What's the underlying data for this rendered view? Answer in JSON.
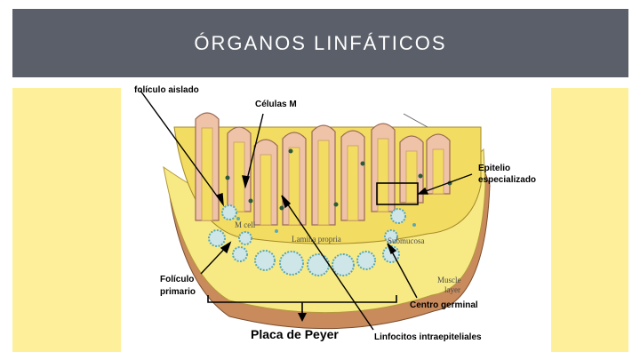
{
  "slide": {
    "title": "ÓRGANOS LINFÁTICOS"
  },
  "colors": {
    "title_bar": "#5a5f69",
    "side_bands": "#fef09a",
    "epithelium": "#efc3a7",
    "lamina_propria": "#f3dc62",
    "submucosa": "#f7ea85",
    "muscle_layer": "#c98a5c",
    "lymphocytes": "#59a8b7"
  },
  "labels": {
    "isolated_follicle": "folículo aislado",
    "m_cells": "Células M",
    "specialized_epithelium_1": "Epitelio",
    "specialized_epithelium_2": "especializado",
    "primary_follicle_1": "Folículo",
    "primary_follicle_2": "primario",
    "germinal_center": "Centro germinal",
    "peyer_patch": "Placa de Peyer",
    "intraepithelial_lymphocytes": "Linfocitos intraepiteliales"
  },
  "tissue_labels": {
    "m_cell": "M cell",
    "lamina_propria": "Lamina propria",
    "submucosa": "Submucosa",
    "muscle_1": "Muscle",
    "muscle_2": "layer"
  }
}
